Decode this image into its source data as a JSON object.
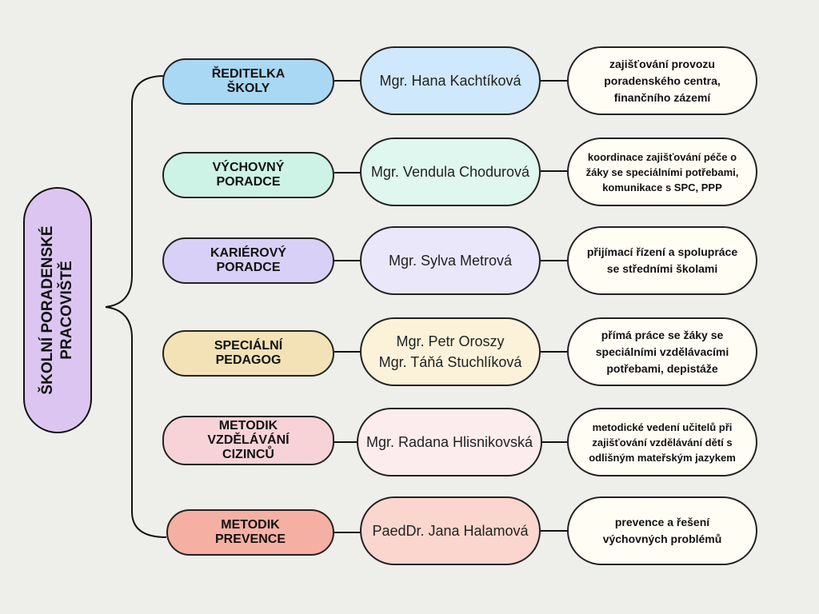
{
  "root": {
    "label": "ŠKOLNÍ PORADENSKÉ PRACOVIŠTĚ",
    "color": "#dcc6f1"
  },
  "rows": [
    {
      "role": {
        "line1": "ŘEDITELKA",
        "line2": "ŠKOLY",
        "line3": "",
        "color": "#a9d8f4"
      },
      "person": {
        "line1": "Mgr. Hana Kachtíková",
        "line2": "",
        "color": "#cfe8fb"
      },
      "duty": "zajišťování provozu poradenského centra, finančního zázemí"
    },
    {
      "role": {
        "line1": "VÝCHOVNÝ",
        "line2": "PORADCE",
        "line3": "",
        "color": "#ccf3e6"
      },
      "person": {
        "line1": "Mgr. Vendula Chodurová",
        "line2": "",
        "color": "#dff7ef"
      },
      "duty": "koordinace zajišťování péče o žáky se  speciálními potřebami, komunikace s SPC, PPP"
    },
    {
      "role": {
        "line1": "KARIÉROVÝ",
        "line2": "PORADCE",
        "line3": "",
        "color": "#d8d0f6"
      },
      "person": {
        "line1": "Mgr. Sylva Metrová",
        "line2": "",
        "color": "#ebe7fb"
      },
      "duty": "přijímací řízení a spolupráce se středními školami"
    },
    {
      "role": {
        "line1": "SPECIÁLNÍ",
        "line2": "PEDAGOG",
        "line3": "",
        "color": "#f3e2b6"
      },
      "person": {
        "line1": "Mgr. Petr Oroszy",
        "line2": "Mgr. Táňá Stuchlíková",
        "color": "#fbf2d9"
      },
      "duty": "přímá práce se žáky se speciálními vzdělávacími potřebami, depistáže"
    },
    {
      "role": {
        "line1": "METODIK",
        "line2": "VZDĚLÁVÁNÍ",
        "line3": "CIZINCŮ",
        "color": "#f7d3d8"
      },
      "person": {
        "line1": "Mgr. Radana Hlisnikovská",
        "line2": "",
        "color": "#fdecee"
      },
      "duty": "metodické vedení učitelů při zajišťování vzdělávání dětí s odlišným mateřským jazykem"
    },
    {
      "role": {
        "line1": "METODIK",
        "line2": "PREVENCE",
        "line3": "",
        "color": "#f5b0a3"
      },
      "person": {
        "line1": "PaedDr. Jana Halamová",
        "line2": "",
        "color": "#fbd6cf"
      },
      "duty": "prevence a řešení výchovných problémů"
    }
  ]
}
